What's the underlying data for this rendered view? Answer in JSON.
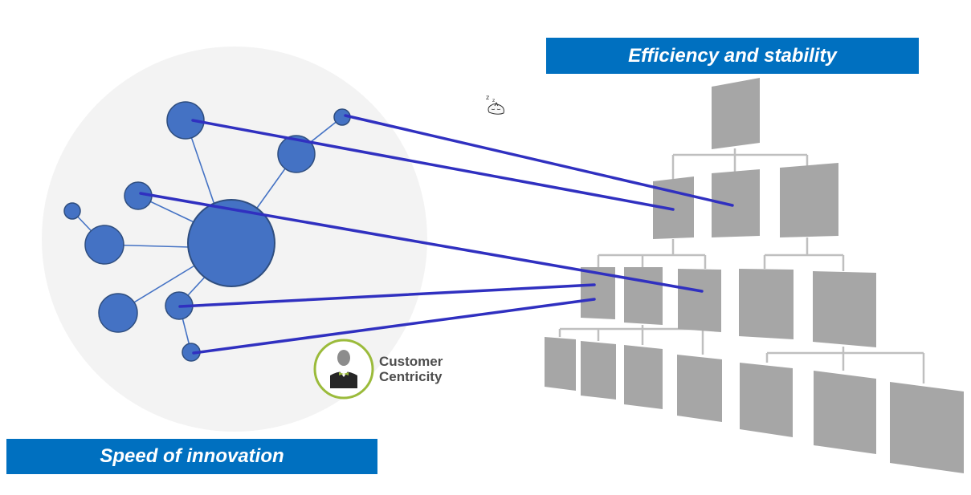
{
  "banners": {
    "top": "Efficiency and stability",
    "bottom": "Speed of innovation"
  },
  "customer": {
    "line1": "Customer",
    "line2": "Centricity",
    "icon": "person-with-bowtie-icon"
  },
  "decor": {
    "sleep_icon": "sleeping-cat-icon"
  },
  "colors": {
    "banner": "#0070c0",
    "node": "#4472c4",
    "node_stroke": "#2f4e7f",
    "link": "#3030c0",
    "org_box": "#a6a6a6",
    "org_line": "#bfbfbf",
    "ring": "#9bbb3b",
    "cluster_bg": "#f2f2f2"
  }
}
